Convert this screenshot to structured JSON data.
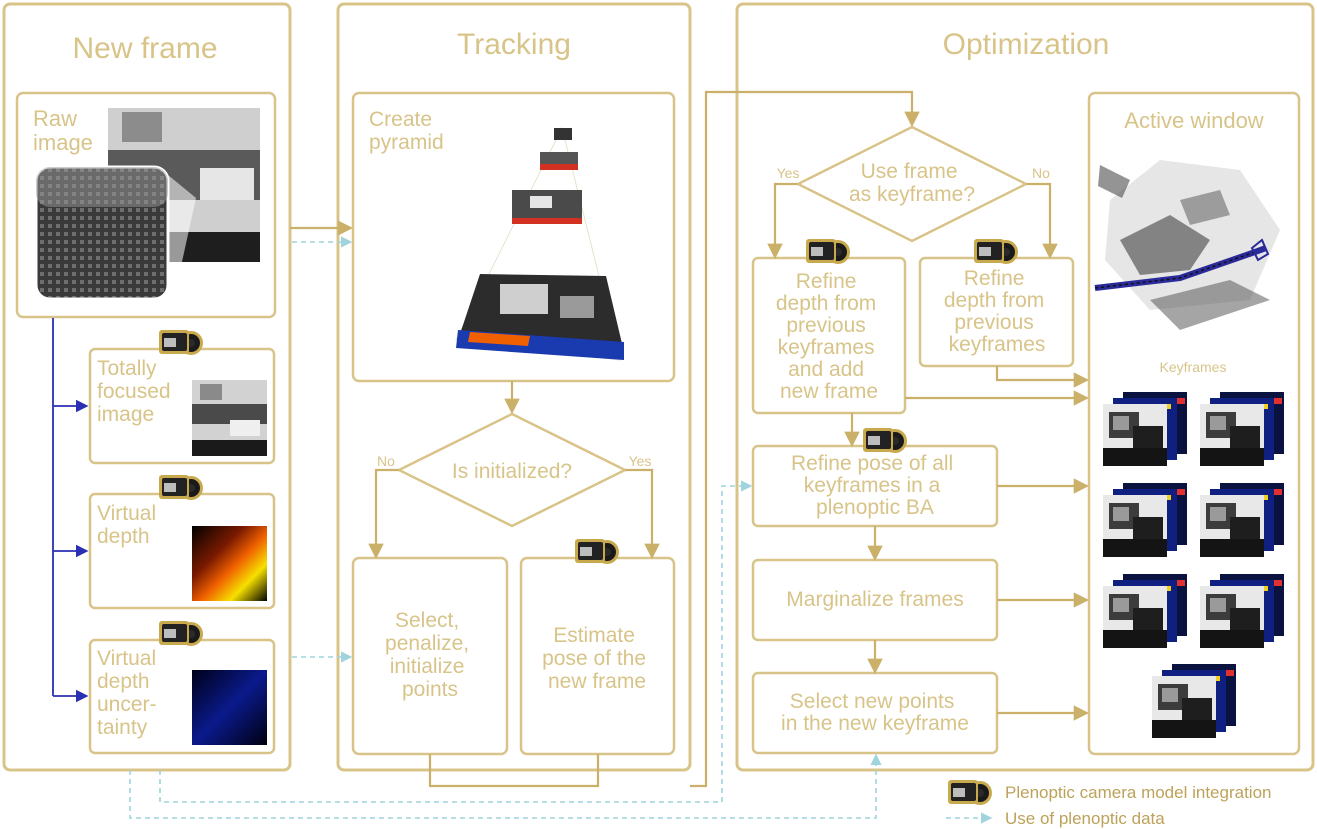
{
  "colors": {
    "accent": "#d8c489",
    "flow": "#cbb06a",
    "plenoptic_link": "#9fd3dd",
    "depth_tree": "#2b2fb3",
    "camera_icon_ring": "#c8a94d",
    "legend_text": "#bca25a"
  },
  "panels": {
    "new_frame": "New frame",
    "tracking": "Tracking",
    "optimization": "Optimization"
  },
  "new_frame": {
    "raw_image": [
      "Raw",
      "image"
    ],
    "totally_focused": [
      "Totally",
      "focused",
      "image"
    ],
    "virtual_depth": [
      "Virtual",
      "depth"
    ],
    "virtual_depth_uncertainty": [
      "Virtual",
      "depth",
      "uncer-",
      "tainty"
    ]
  },
  "tracking": {
    "create_pyramid": [
      "Create",
      "pyramid"
    ],
    "decision": "Is initialized?",
    "no_label": "No",
    "yes_label": "Yes",
    "select_points": [
      "Select,",
      "penalize,",
      "initialize",
      "points"
    ],
    "estimate_pose": [
      "Estimate",
      "pose of the",
      "new frame"
    ]
  },
  "optimization": {
    "decision": [
      "Use frame",
      "as keyframe?"
    ],
    "yes_label": "Yes",
    "no_label": "No",
    "refine_add": [
      "Refine",
      "depth from",
      "previous",
      "keyframes",
      "and add",
      "new frame"
    ],
    "refine_prev": [
      "Refine",
      "depth from",
      "previous",
      "keyframes"
    ],
    "refine_pose": [
      "Refine pose of all",
      "keyframes in a",
      "plenoptic BA"
    ],
    "marginalize": "Marginalize frames",
    "select_new": [
      "Select new points",
      "in the new keyframe"
    ],
    "active_window": "Active window",
    "keyframes_label": "Keyframes"
  },
  "legend": {
    "camera_model": "Plenoptic camera model integration",
    "plenoptic_data": "Use of plenoptic data"
  },
  "icons": [
    "plenoptic-camera-icon",
    "arrow-icon"
  ]
}
